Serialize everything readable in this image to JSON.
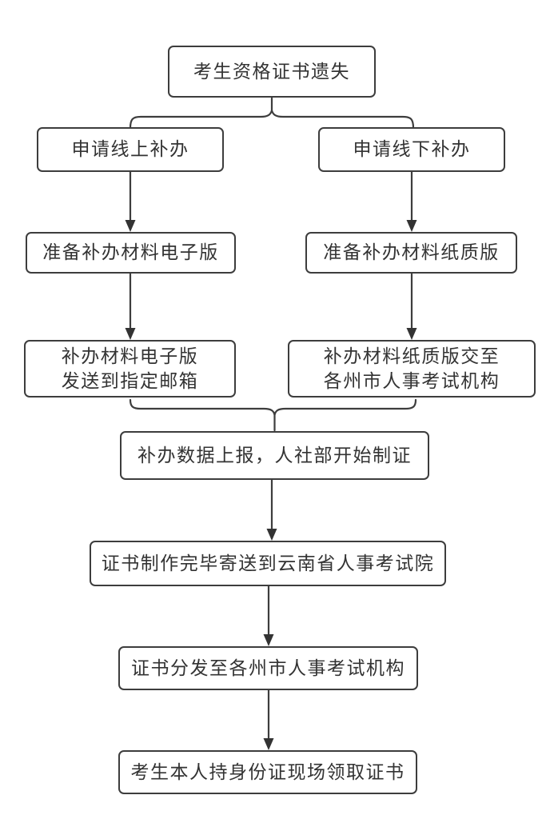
{
  "diagram": {
    "type": "flowchart",
    "colors": {
      "background": "#ffffff",
      "border": "#3d3d3d",
      "text": "#333333",
      "arrow": "#333333"
    },
    "nodes": {
      "start": {
        "label": "考生资格证书遗失"
      },
      "online": {
        "label": "申请线上补办"
      },
      "offline": {
        "label": "申请线下补办"
      },
      "prep_electronic": {
        "label": "准备补办材料电子版"
      },
      "prep_paper": {
        "label": "准备补办材料纸质版"
      },
      "send_email": {
        "line1": "补办材料电子版",
        "line2": "发送到指定邮箱"
      },
      "submit_paper": {
        "line1": "补办材料纸质版交至",
        "line2": "各州市人事考试机构"
      },
      "report": {
        "label": "补办数据上报，人社部开始制证"
      },
      "mail_yunnan": {
        "label": "证书制作完毕寄送到云南省人事考试院"
      },
      "distribute": {
        "label": "证书分发至各州市人事考试机构"
      },
      "pickup": {
        "label": "考生本人持身份证现场领取证书"
      }
    },
    "edges": [
      {
        "from": "start",
        "to": "online",
        "type": "brace-split"
      },
      {
        "from": "start",
        "to": "offline",
        "type": "brace-split"
      },
      {
        "from": "online",
        "to": "prep_electronic",
        "type": "arrow"
      },
      {
        "from": "offline",
        "to": "prep_paper",
        "type": "arrow"
      },
      {
        "from": "prep_electronic",
        "to": "send_email",
        "type": "arrow"
      },
      {
        "from": "prep_paper",
        "to": "submit_paper",
        "type": "arrow"
      },
      {
        "from": "send_email",
        "to": "report",
        "type": "brace-merge"
      },
      {
        "from": "submit_paper",
        "to": "report",
        "type": "brace-merge"
      },
      {
        "from": "report",
        "to": "mail_yunnan",
        "type": "arrow"
      },
      {
        "from": "mail_yunnan",
        "to": "distribute",
        "type": "arrow"
      },
      {
        "from": "distribute",
        "to": "pickup",
        "type": "arrow"
      }
    ]
  }
}
